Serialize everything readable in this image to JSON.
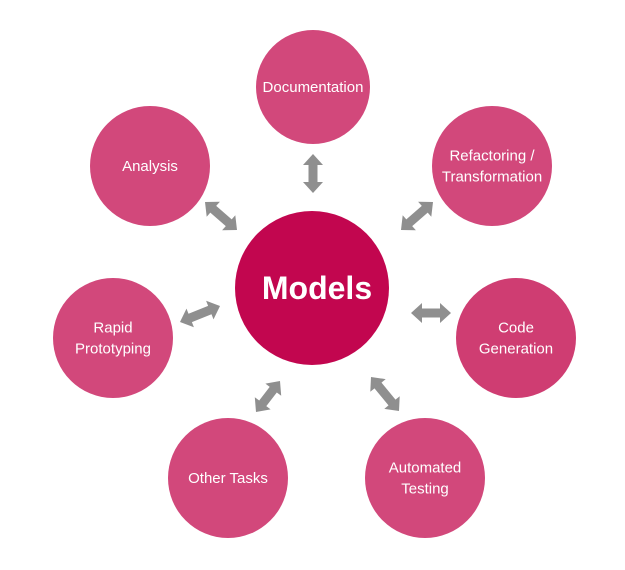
{
  "diagram": {
    "center": {
      "label": "Models",
      "color": "#c2064f"
    },
    "node_color": "#d2487b",
    "node_color_alt": "#cf3d72",
    "arrow_color": "#8f8f8f",
    "nodes": [
      {
        "id": "documentation",
        "lines": [
          "Documentation"
        ]
      },
      {
        "id": "refactoring",
        "lines": [
          "Refactoring /",
          "Transformation"
        ]
      },
      {
        "id": "code-generation",
        "lines": [
          "Code",
          "Generation"
        ]
      },
      {
        "id": "automated-testing",
        "lines": [
          "Automated",
          "Testing"
        ]
      },
      {
        "id": "other-tasks",
        "lines": [
          "Other Tasks"
        ]
      },
      {
        "id": "rapid-prototyping",
        "lines": [
          "Rapid",
          "Prototyping"
        ]
      },
      {
        "id": "analysis",
        "lines": [
          "Analysis"
        ]
      }
    ]
  }
}
